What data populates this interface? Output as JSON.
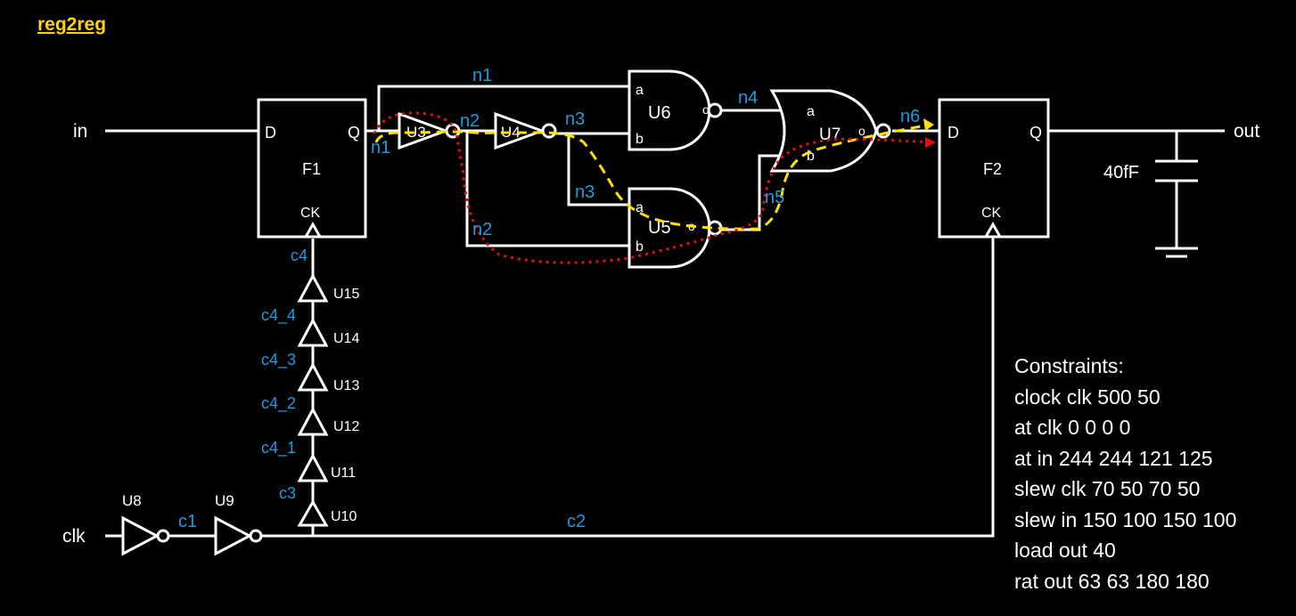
{
  "title": "reg2reg",
  "ports": {
    "in": "in",
    "out": "out",
    "clk": "clk"
  },
  "flops": {
    "f1": {
      "name": "F1",
      "d": "D",
      "q": "Q",
      "ck": "CK"
    },
    "f2": {
      "name": "F2",
      "d": "D",
      "q": "Q",
      "ck": "CK"
    }
  },
  "gates": {
    "u3": "U3",
    "u4": "U4",
    "u5": "U5",
    "u6": "U6",
    "u7": "U7",
    "u8": "U8",
    "u9": "U9",
    "u10": "U10",
    "u11": "U11",
    "u12": "U12",
    "u13": "U13",
    "u14": "U14",
    "u15": "U15"
  },
  "pins": {
    "a": "a",
    "b": "b",
    "o": "o"
  },
  "nets": {
    "n1": "n1",
    "n2": "n2",
    "n3": "n3",
    "n4": "n4",
    "n5": "n5",
    "n6": "n6",
    "c1": "c1",
    "c2": "c2",
    "c3": "c3",
    "c4": "c4",
    "c4_1": "c4_1",
    "c4_2": "c4_2",
    "c4_3": "c4_3",
    "c4_4": "c4_4"
  },
  "load_cap": "40fF",
  "constraints": [
    "Constraints:",
    "clock clk 500 50",
    "at clk 0 0 0 0",
    "at in 244 244 121 125",
    "slew clk 70 50 70 50",
    "slew in 150 100 150 100",
    "load out 40",
    "rat out 63 63 180 180"
  ],
  "colors": {
    "background": "#000000",
    "wire": "#ffffff",
    "net_label": "#1e9be0",
    "title": "#ffd400",
    "path_dashed_yellow": "#ffe000",
    "path_dotted_red": "#e01010"
  }
}
